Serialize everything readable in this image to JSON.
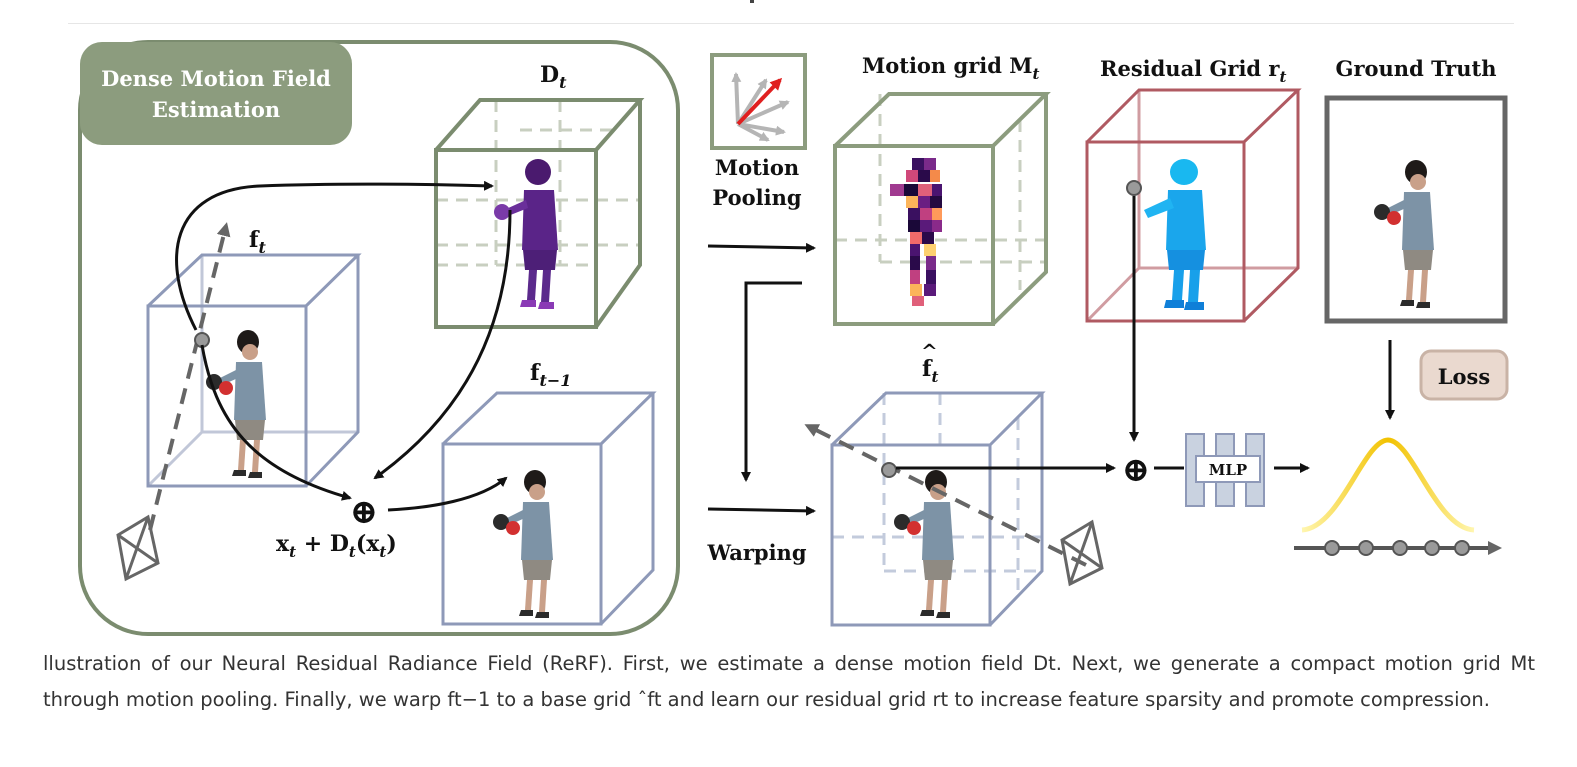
{
  "labels": {
    "dense_motion_title_line1": "Dense Motion Field",
    "dense_motion_title_line2": "Estimation",
    "d_t": "D",
    "d_t_sub": "t",
    "f_t": "f",
    "f_t_sub": "t",
    "f_tm1": "f",
    "f_tm1_sub": "t−1",
    "warp_formula_a": "x",
    "warp_formula_b": " + D",
    "warp_formula_c": "(x",
    "warp_formula_d": ")",
    "sub_t": "t",
    "motion_pooling_line1": "Motion",
    "motion_pooling_line2": "Pooling",
    "motion_grid": "Motion grid  M",
    "motion_grid_sub": "t",
    "residual_grid": "Residual Grid  r",
    "residual_grid_sub": "t",
    "ground_truth": "Ground Truth",
    "f_hat": "f",
    "f_hat_sub": "t",
    "f_hat_accent": "^",
    "warping": "Warping",
    "loss": "Loss",
    "mlp": "MLP",
    "oplus": "⊕"
  },
  "caption": "llustration of our Neural Residual Radiance Field (ReRF). First, we estimate a dense motion field Dt. Next, we generate a compact motion grid Mt through motion pooling. Finally, we warp ft−1 to a base grid ˆft and learn our residual grid rt to increase feature sparsity and promote compression.",
  "colors": {
    "green_frame": "#7b8c6f",
    "green_box": "#8c9c7e",
    "blue_cube": "#8e99b8",
    "red_cube": "#b05a62",
    "gray_frame": "#666666",
    "loss_fill": "#ead9cf",
    "loss_border": "#c9b3a6",
    "mlp_fill": "#c9d2e0",
    "gaussian": "#f2c200",
    "arrow_red": "#e02020"
  },
  "icons": [
    "motion-pooling-icon",
    "camera-icon",
    "oplus-icon",
    "mlp-icon",
    "gaussian-curve-icon"
  ]
}
